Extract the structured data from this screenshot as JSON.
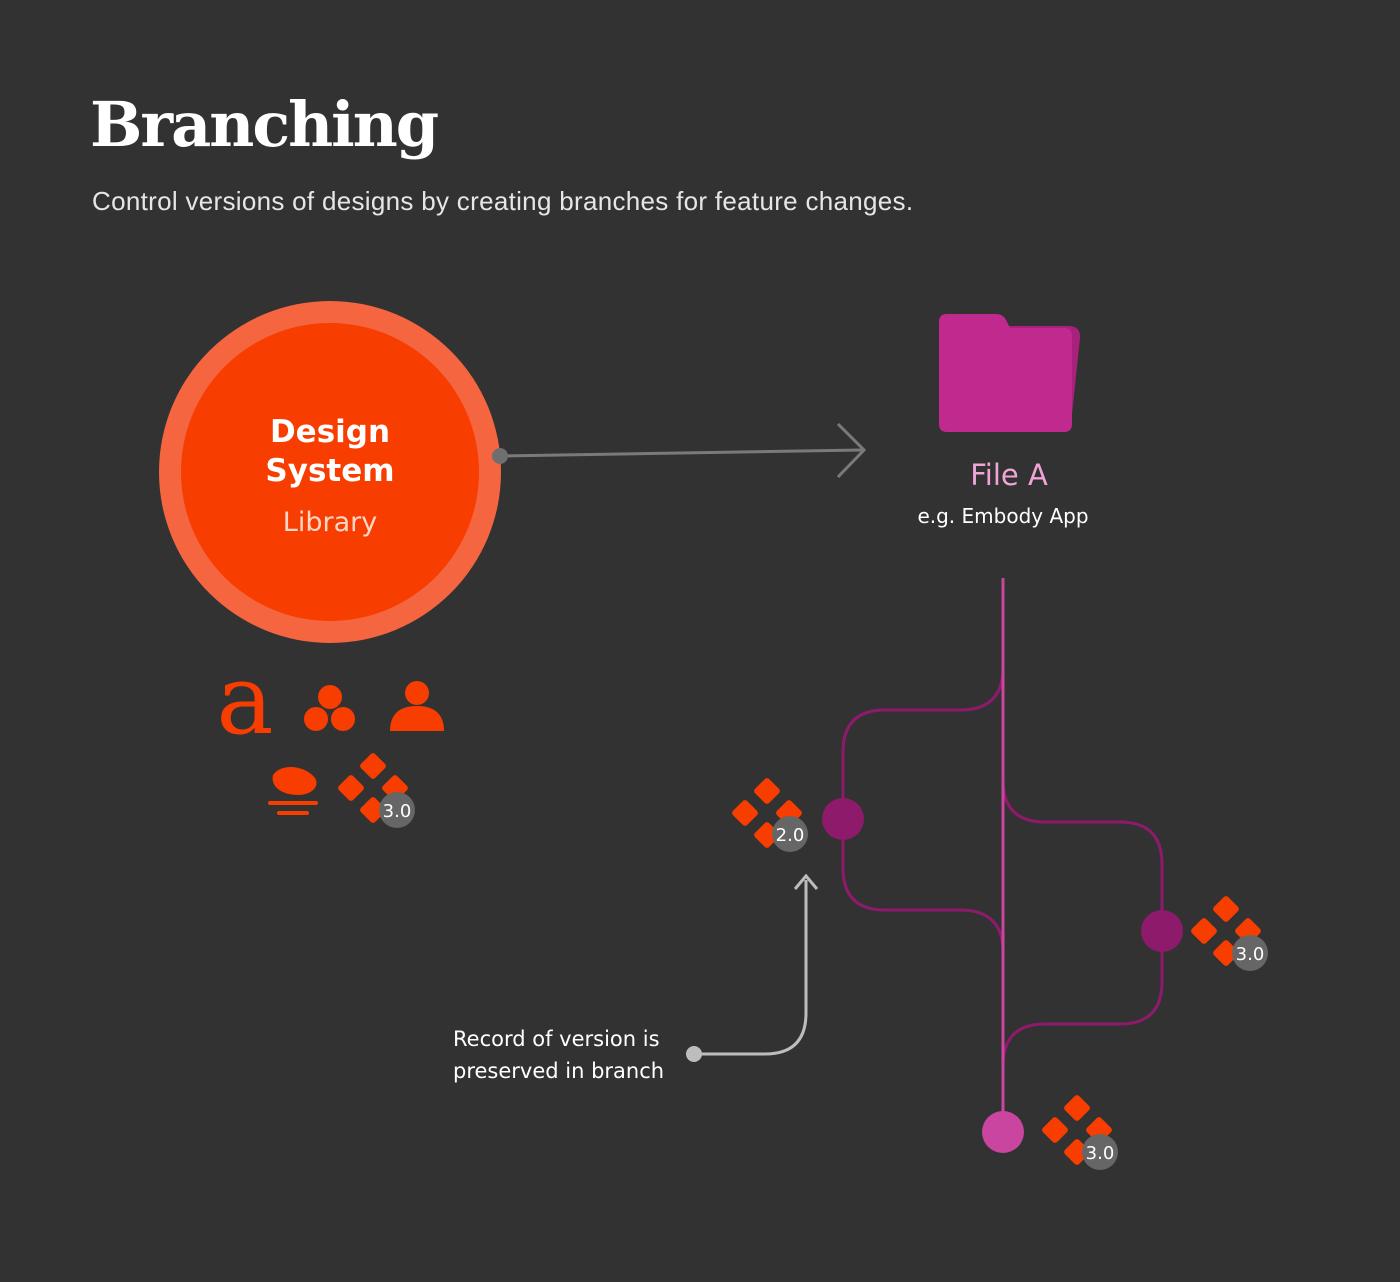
{
  "header": {
    "title": "Branching",
    "subtitle": "Control versions of designs by creating branches for feature changes."
  },
  "library": {
    "name_line1": "Design",
    "name_line2": "System",
    "kind": "Library",
    "badge_version": "3.0"
  },
  "file": {
    "name": "File A",
    "example": "e.g. Embody App"
  },
  "versions": {
    "left_branch": "2.0",
    "right_branch": "3.0",
    "main_trunk": "3.0"
  },
  "annotation": {
    "line1": "Record of version is",
    "line2": "preserved in branch"
  },
  "colors": {
    "background": "#323232",
    "brand_orange": "#F73D00",
    "ring_orange": "#F56640",
    "folder_magenta": "#C02A8F",
    "branch_purple": "#8E1A6C",
    "main_node_pink": "#C9459F",
    "file_label_pink": "#F0A5D6",
    "badge_gray": "#666666"
  },
  "icons": [
    "serif-a-glyph-icon",
    "three-circles-icon",
    "person-icon",
    "hand-drawn-blob-icon",
    "component-diamond-icon",
    "folder-icon"
  ]
}
